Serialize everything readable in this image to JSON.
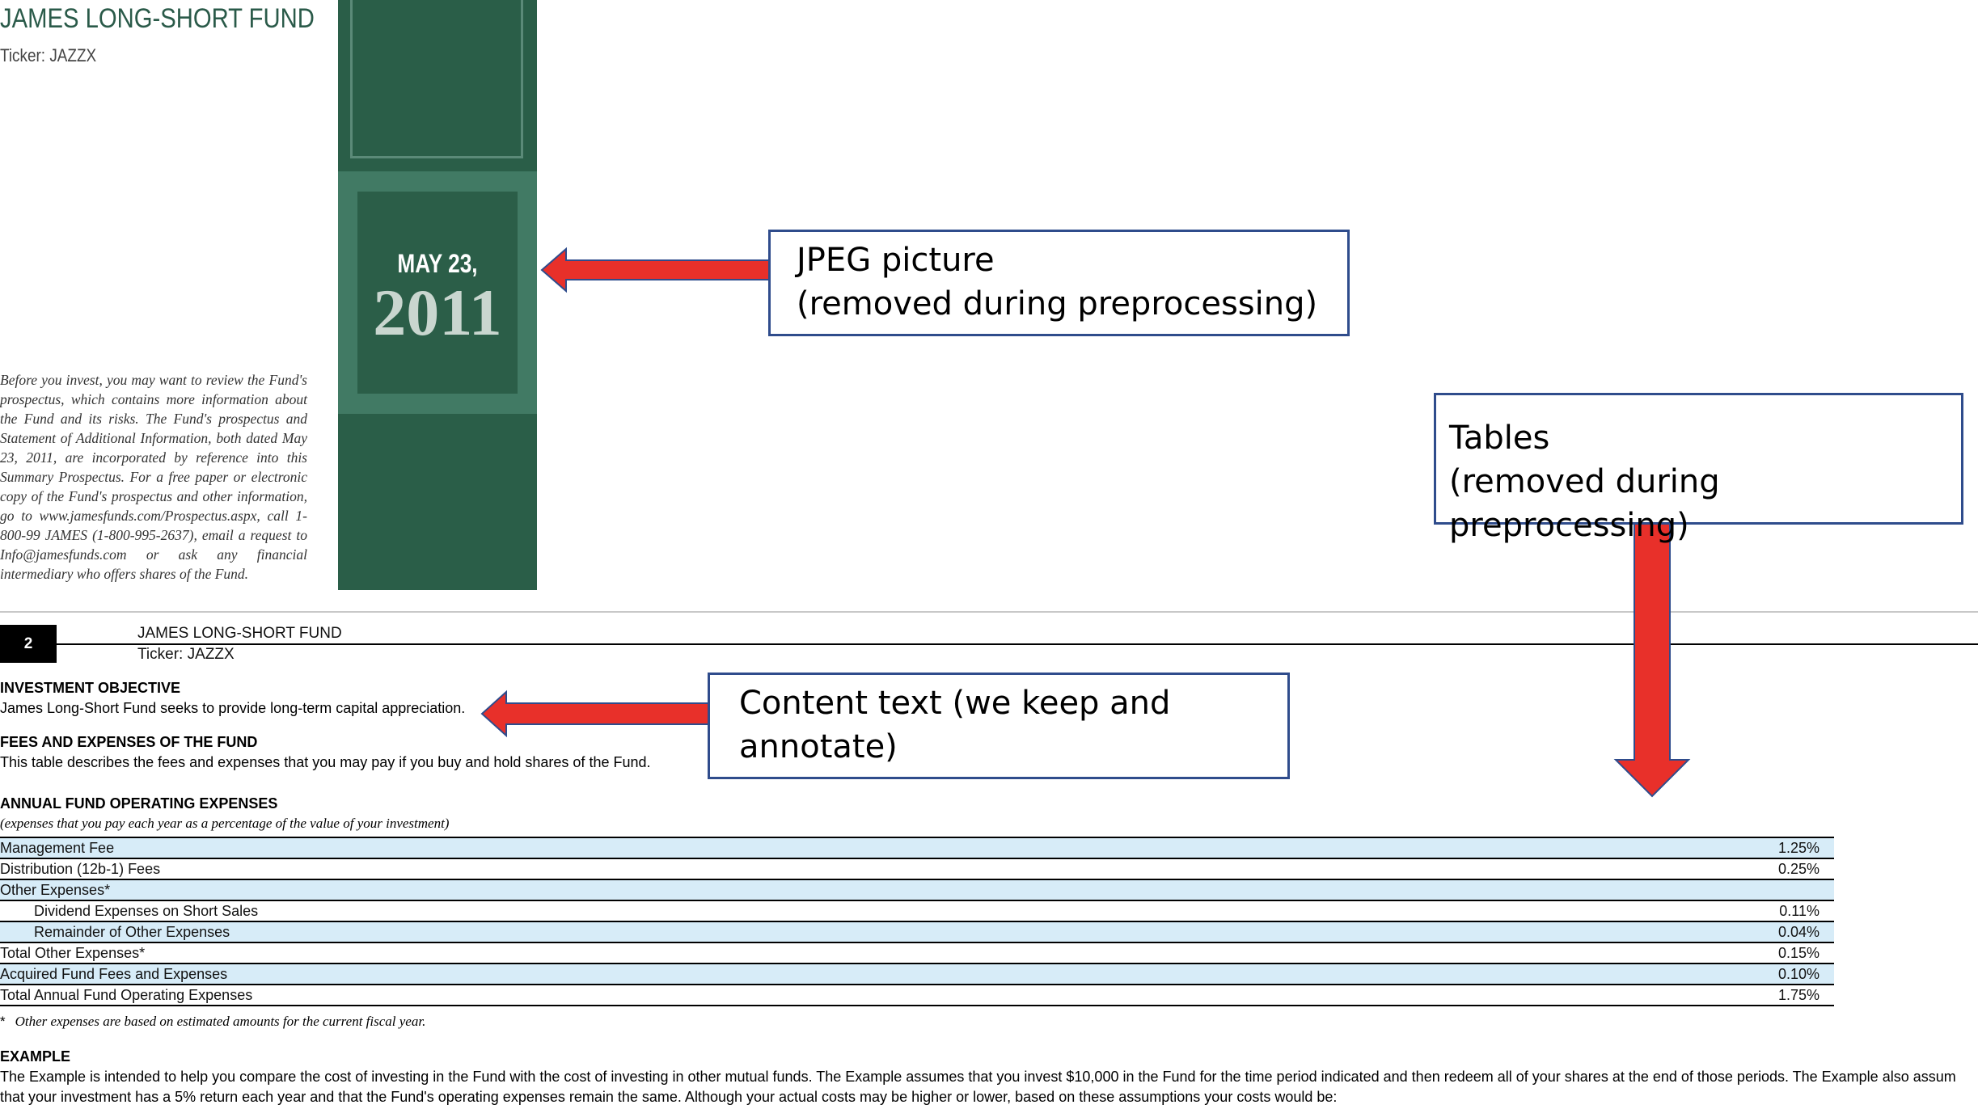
{
  "cover_page": {
    "fund_name": "JAMES LONG-SHORT FUND",
    "ticker": "Ticker: JAZZX",
    "intro_text": "Before you invest, you may want to review the Fund's prospectus, which contains more information about the Fund and its risks.  The Fund's prospectus and Statement of Additional Information, both dated May 23, 2011, are incorporated by reference into this Summary Prospectus. For a free paper or electronic copy of the Fund's prospectus and other information, go to www.jamesfunds.com/Prospectus.aspx, call 1-800-99 JAMES (1-800-995-2637), email a request to Info@jamesfunds.com or ask any financial intermediary who offers shares of the Fund.",
    "picture": {
      "month_day": "MAY 23,",
      "year": "2011"
    }
  },
  "page_two": {
    "page_number": "2",
    "header_fund": "JAMES LONG-SHORT FUND",
    "header_ticker": "Ticker: JAZZX",
    "investment_objective": {
      "heading": "INVESTMENT OBJECTIVE",
      "text": "James Long-Short Fund seeks to provide long-term capital appreciation."
    },
    "fees": {
      "heading": "FEES AND EXPENSES OF THE FUND",
      "text": "This table describes the fees and expenses that you may pay if you buy and hold shares of the Fund."
    },
    "annual_expenses": {
      "heading": "ANNUAL FUND OPERATING EXPENSES",
      "subheading": "(expenses that you pay each year as a percentage of the value of your investment)",
      "rows": [
        {
          "label": "Management Fee",
          "value": "1.25%",
          "indent": false,
          "shaded": true
        },
        {
          "label": "Distribution (12b-1) Fees",
          "value": "0.25%",
          "indent": false,
          "shaded": false
        },
        {
          "label": "Other Expenses*",
          "value": "",
          "indent": false,
          "shaded": true
        },
        {
          "label": "Dividend Expenses on Short Sales",
          "value": "0.11%",
          "indent": true,
          "shaded": false
        },
        {
          "label": "Remainder of Other Expenses",
          "value": "0.04%",
          "indent": true,
          "shaded": true
        },
        {
          "label": "Total Other Expenses*",
          "value": "0.15%",
          "indent": false,
          "shaded": false
        },
        {
          "label": "Acquired Fund Fees and Expenses",
          "value": "0.10%",
          "indent": false,
          "shaded": true
        },
        {
          "label": "Total Annual Fund Operating Expenses",
          "value": "1.75%",
          "indent": false,
          "shaded": false
        }
      ],
      "footnote_mark": "*",
      "footnote": "Other expenses are based on estimated amounts for the current fiscal year."
    },
    "example": {
      "heading": "EXAMPLE",
      "line1": "The Example is intended to help you compare the cost of investing in the Fund with the cost of investing in other mutual funds. The Example assumes that you invest $10,000 in the Fund for the time period indicated and then redeem all of your shares at the end of those periods. The Example also assum",
      "line2": "that your investment has a 5% return each year and that the Fund's operating expenses remain the same. Although your actual costs may be higher or lower, based on these assumptions your costs would be:"
    }
  },
  "annotations": {
    "jpeg_callout": "JPEG picture\n(removed during preprocessing)",
    "tables_callout": "Tables\n (removed during preprocessing)",
    "content_callout": "Content text (we keep and\nannotate)",
    "arrow_color": "#e8302a",
    "arrow_outline": "#2f4c8c",
    "box_border": "#2f4c8c"
  }
}
